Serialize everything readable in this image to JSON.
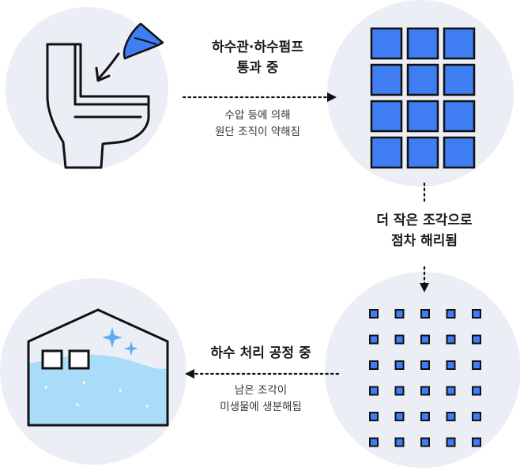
{
  "colors": {
    "circle_bg": "#eceef6",
    "blue": "#3f7df3",
    "water": "#a9dcf8",
    "sparkle": "#5aaef5",
    "stroke": "#111111"
  },
  "steps": [
    {
      "title_lines": [
        "하수관·하수펌프",
        "통과 중"
      ],
      "desc_lines": [
        "수압 등에 의해",
        "원단 조직이 약해짐"
      ]
    },
    {
      "title_lines": [
        "더 작은 조각으로",
        "점차 해리됨"
      ],
      "desc_lines": []
    },
    {
      "title_lines": [
        "하수 처리 공정 중"
      ],
      "desc_lines": [
        "남은 조각이",
        "미생물에 생분해됨"
      ]
    }
  ],
  "icons": {
    "toilet": "toilet-with-wipe-icon",
    "large_grid": "fabric-grid-large-icon",
    "small_grid": "fabric-grid-small-icon",
    "treatment": "treatment-tank-icon"
  }
}
